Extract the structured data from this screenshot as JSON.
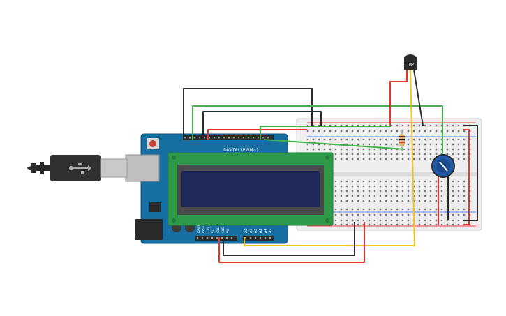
{
  "arduino": {
    "digital_label": "DIGITAL (PWM~)",
    "analog_header": [
      "A0",
      "A1",
      "A2",
      "A3",
      "A4",
      "A5"
    ],
    "power_header": [
      "IOREF",
      "RESET",
      "3.3V",
      "5V",
      "GND",
      "GND",
      "Vin"
    ]
  },
  "sensor": {
    "label": "TMP"
  },
  "lcd": {
    "backlight_color": "#1f2a5a",
    "pcb_color": "#2e9a48"
  },
  "wire_colors": {
    "red": "#e8332a",
    "black": "#2b2b2b",
    "green": "#3fb44a",
    "yellow": "#f2c31b"
  }
}
